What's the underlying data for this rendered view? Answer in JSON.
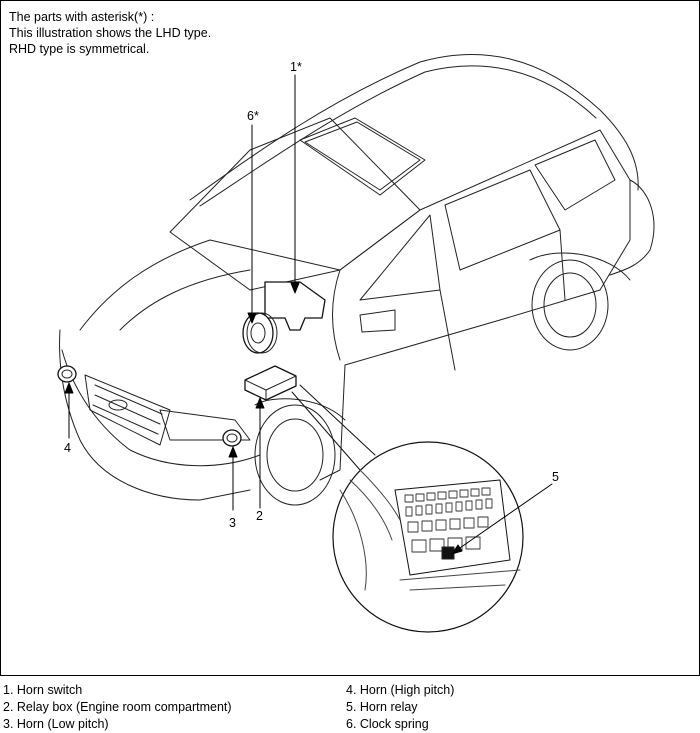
{
  "notes": [
    "The parts with asterisk(*) :",
    "This illustration shows the LHD type.",
    "RHD type is symmetrical."
  ],
  "callouts": {
    "c1": "1*",
    "c6": "6*",
    "c4": "4",
    "c3": "3",
    "c2": "2",
    "c5": "5"
  },
  "legend": {
    "left": [
      "1. Horn switch",
      "2. Relay box (Engine room compartment)",
      "3. Horn (Low pitch)"
    ],
    "right": [
      "4. Horn (High pitch)",
      "5. Horn relay",
      "6. Clock spring"
    ]
  }
}
